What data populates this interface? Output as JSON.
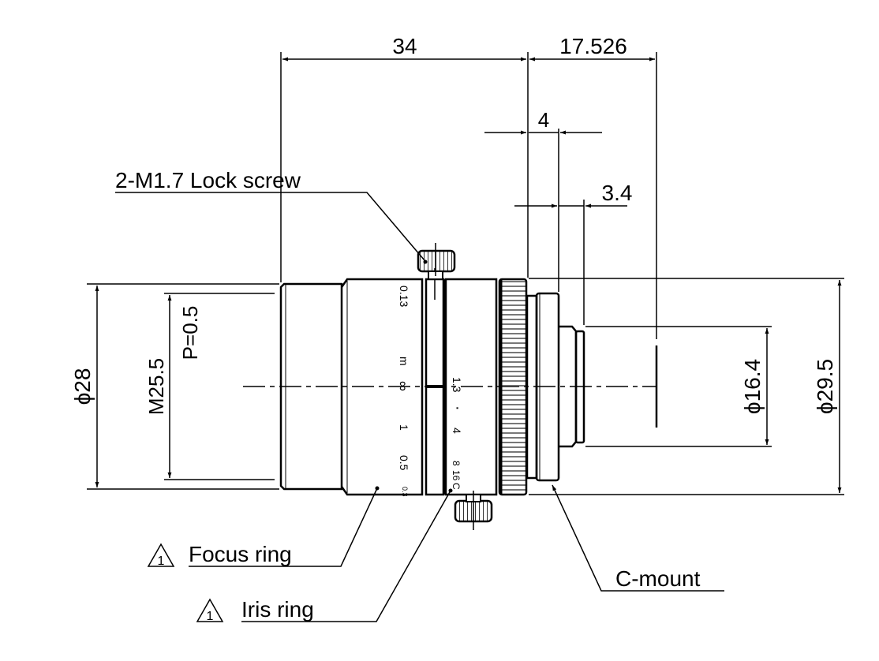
{
  "drawing": {
    "title": "Lens outline dimension drawing",
    "colors": {
      "line": "#000000",
      "background": "#ffffff",
      "knurl": "#555555"
    },
    "dimensions": {
      "overall_length": "34",
      "flange_back": "17.526",
      "mount_length": "4",
      "mount_step": "3.4",
      "outer_diameter": "ϕ28",
      "filter_thread": "M25.5",
      "filter_pitch": "P=0.5",
      "rear_diameter": "ϕ16.4",
      "max_diameter": "ϕ29.5"
    },
    "callouts": {
      "lock_screw": "2-M1.7 Lock screw",
      "focus_ring": "Focus ring",
      "iris_ring": "Iris ring",
      "c_mount": "C-mount",
      "revision_mark": "1"
    },
    "focus_scale": {
      "unit": "m",
      "marks": [
        "∞",
        "1",
        "0.5",
        "0.3",
        "0.13"
      ]
    },
    "iris_scale": {
      "marks": [
        "1.3",
        "·",
        "4",
        "8",
        "16",
        "C"
      ]
    }
  }
}
